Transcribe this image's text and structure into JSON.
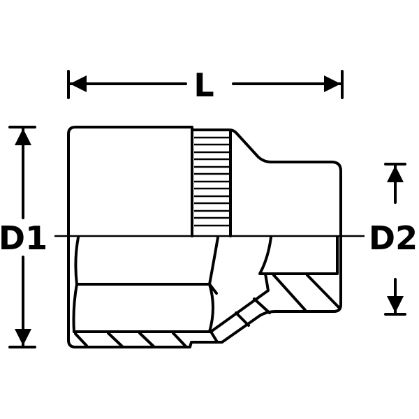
{
  "diagram": {
    "labels": {
      "length": "L",
      "outer_diameter": "D1",
      "drive_diameter": "D2"
    },
    "colors": {
      "line": "#000000",
      "background": "#ffffff"
    }
  }
}
